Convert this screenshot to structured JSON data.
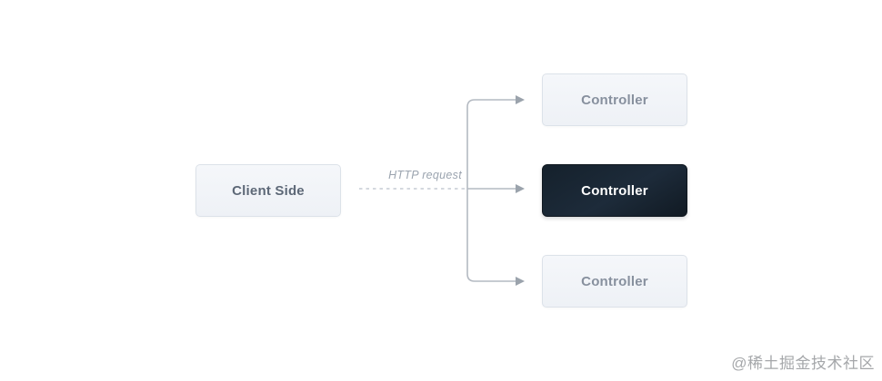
{
  "diagram": {
    "client": {
      "label": "Client Side"
    },
    "edge": {
      "label": "HTTP request"
    },
    "controllers": [
      {
        "label": "Controller",
        "variant": "light"
      },
      {
        "label": "Controller",
        "variant": "dark"
      },
      {
        "label": "Controller",
        "variant": "light"
      }
    ],
    "watermark": {
      "label": "@稀土掘金技术社区"
    },
    "colors": {
      "background": "#ffffff",
      "light_box_fill": "#f1f4f8",
      "light_box_border": "#dce2e9",
      "light_box_text": "#87909e",
      "client_text": "#5d6877",
      "dark_box_fill": "#16222e",
      "dark_box_text": "#ffffff",
      "connector_line": "#b4bac2",
      "dashed_line": "#c6ccd3",
      "arrowhead": "#9ba3ac",
      "edge_label_text": "#9ba4af",
      "watermark_text": "#9c9ea1"
    }
  }
}
